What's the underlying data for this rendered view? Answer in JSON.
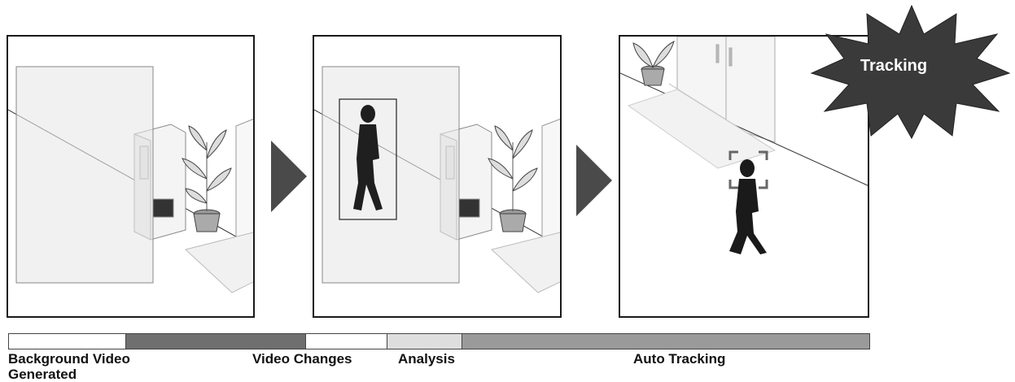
{
  "badge": {
    "label": "Tracking"
  },
  "timeline": [
    {
      "label": "Background Video Generated",
      "color": "#ffffff"
    },
    {
      "label": "",
      "color": "#6f6f6f"
    },
    {
      "label": "Video Changes",
      "color": "#ffffff"
    },
    {
      "label": "Analysis",
      "color": "#dedede"
    },
    {
      "label": "Auto Tracking",
      "color": "#9a9a9a"
    }
  ],
  "colors": {
    "arrow": "#4a4a4a",
    "badge": "#3a3a3a",
    "frame": "#1a1a1a"
  }
}
